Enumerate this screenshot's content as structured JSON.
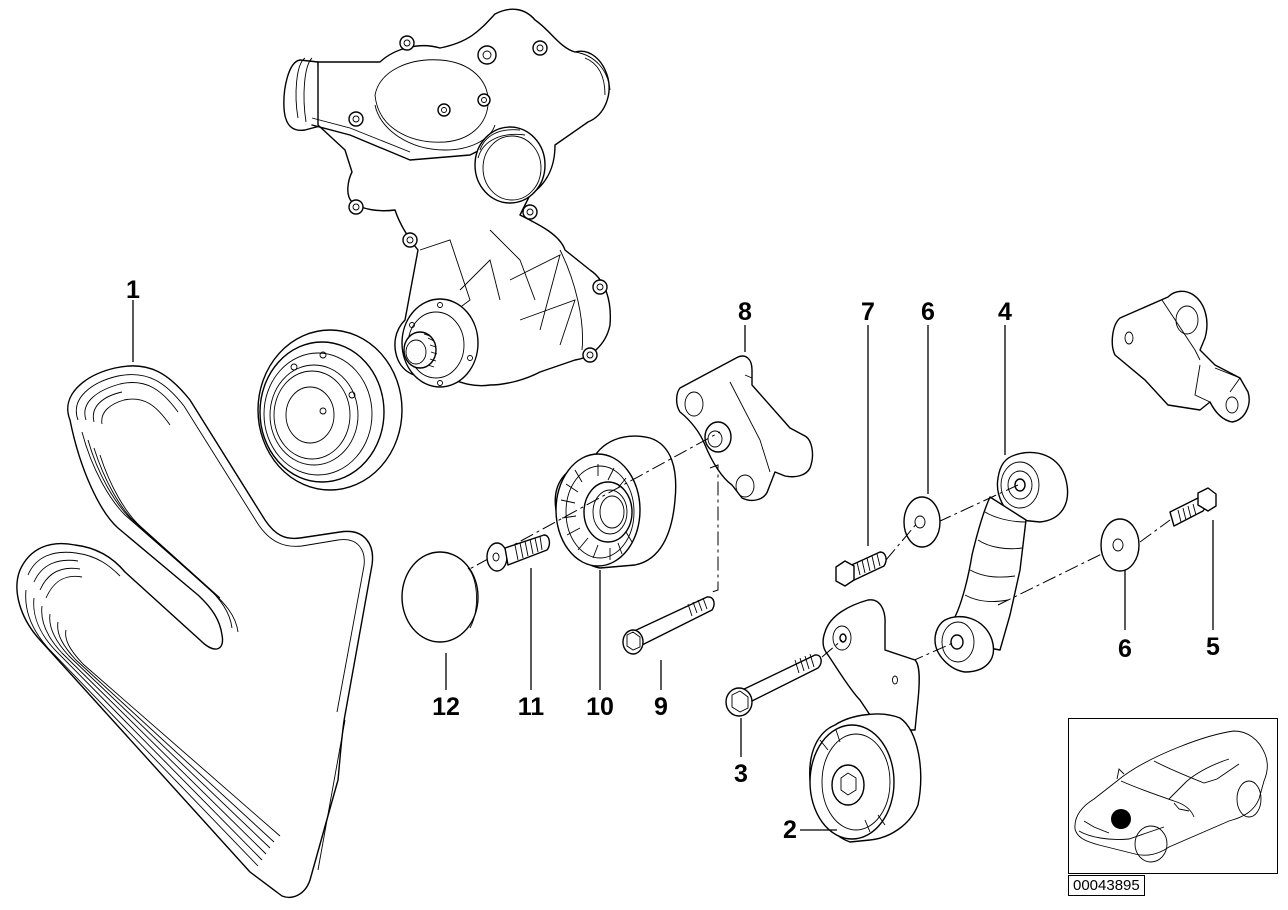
{
  "diagram": {
    "callouts": [
      {
        "id": "1",
        "label": "1",
        "part": "ribbed-belt"
      },
      {
        "id": "2",
        "label": "2",
        "part": "tensioner-pulley"
      },
      {
        "id": "3",
        "label": "3",
        "part": "hex-bolt"
      },
      {
        "id": "4",
        "label": "4",
        "part": "belt-tensioner-damper"
      },
      {
        "id": "5",
        "label": "5",
        "part": "hex-bolt-short"
      },
      {
        "id": "6a",
        "label": "6",
        "part": "washer"
      },
      {
        "id": "6b",
        "label": "6",
        "part": "washer"
      },
      {
        "id": "7",
        "label": "7",
        "part": "hex-bolt-short"
      },
      {
        "id": "8",
        "label": "8",
        "part": "bracket"
      },
      {
        "id": "9",
        "label": "9",
        "part": "hex-bolt-long"
      },
      {
        "id": "10",
        "label": "10",
        "part": "idler-pulley"
      },
      {
        "id": "11",
        "label": "11",
        "part": "collar-screw"
      },
      {
        "id": "12",
        "label": "12",
        "part": "cover-cap"
      }
    ],
    "inset": {
      "subject": "car-locator",
      "marker_color": "#000000"
    },
    "document_number": "00043895"
  }
}
